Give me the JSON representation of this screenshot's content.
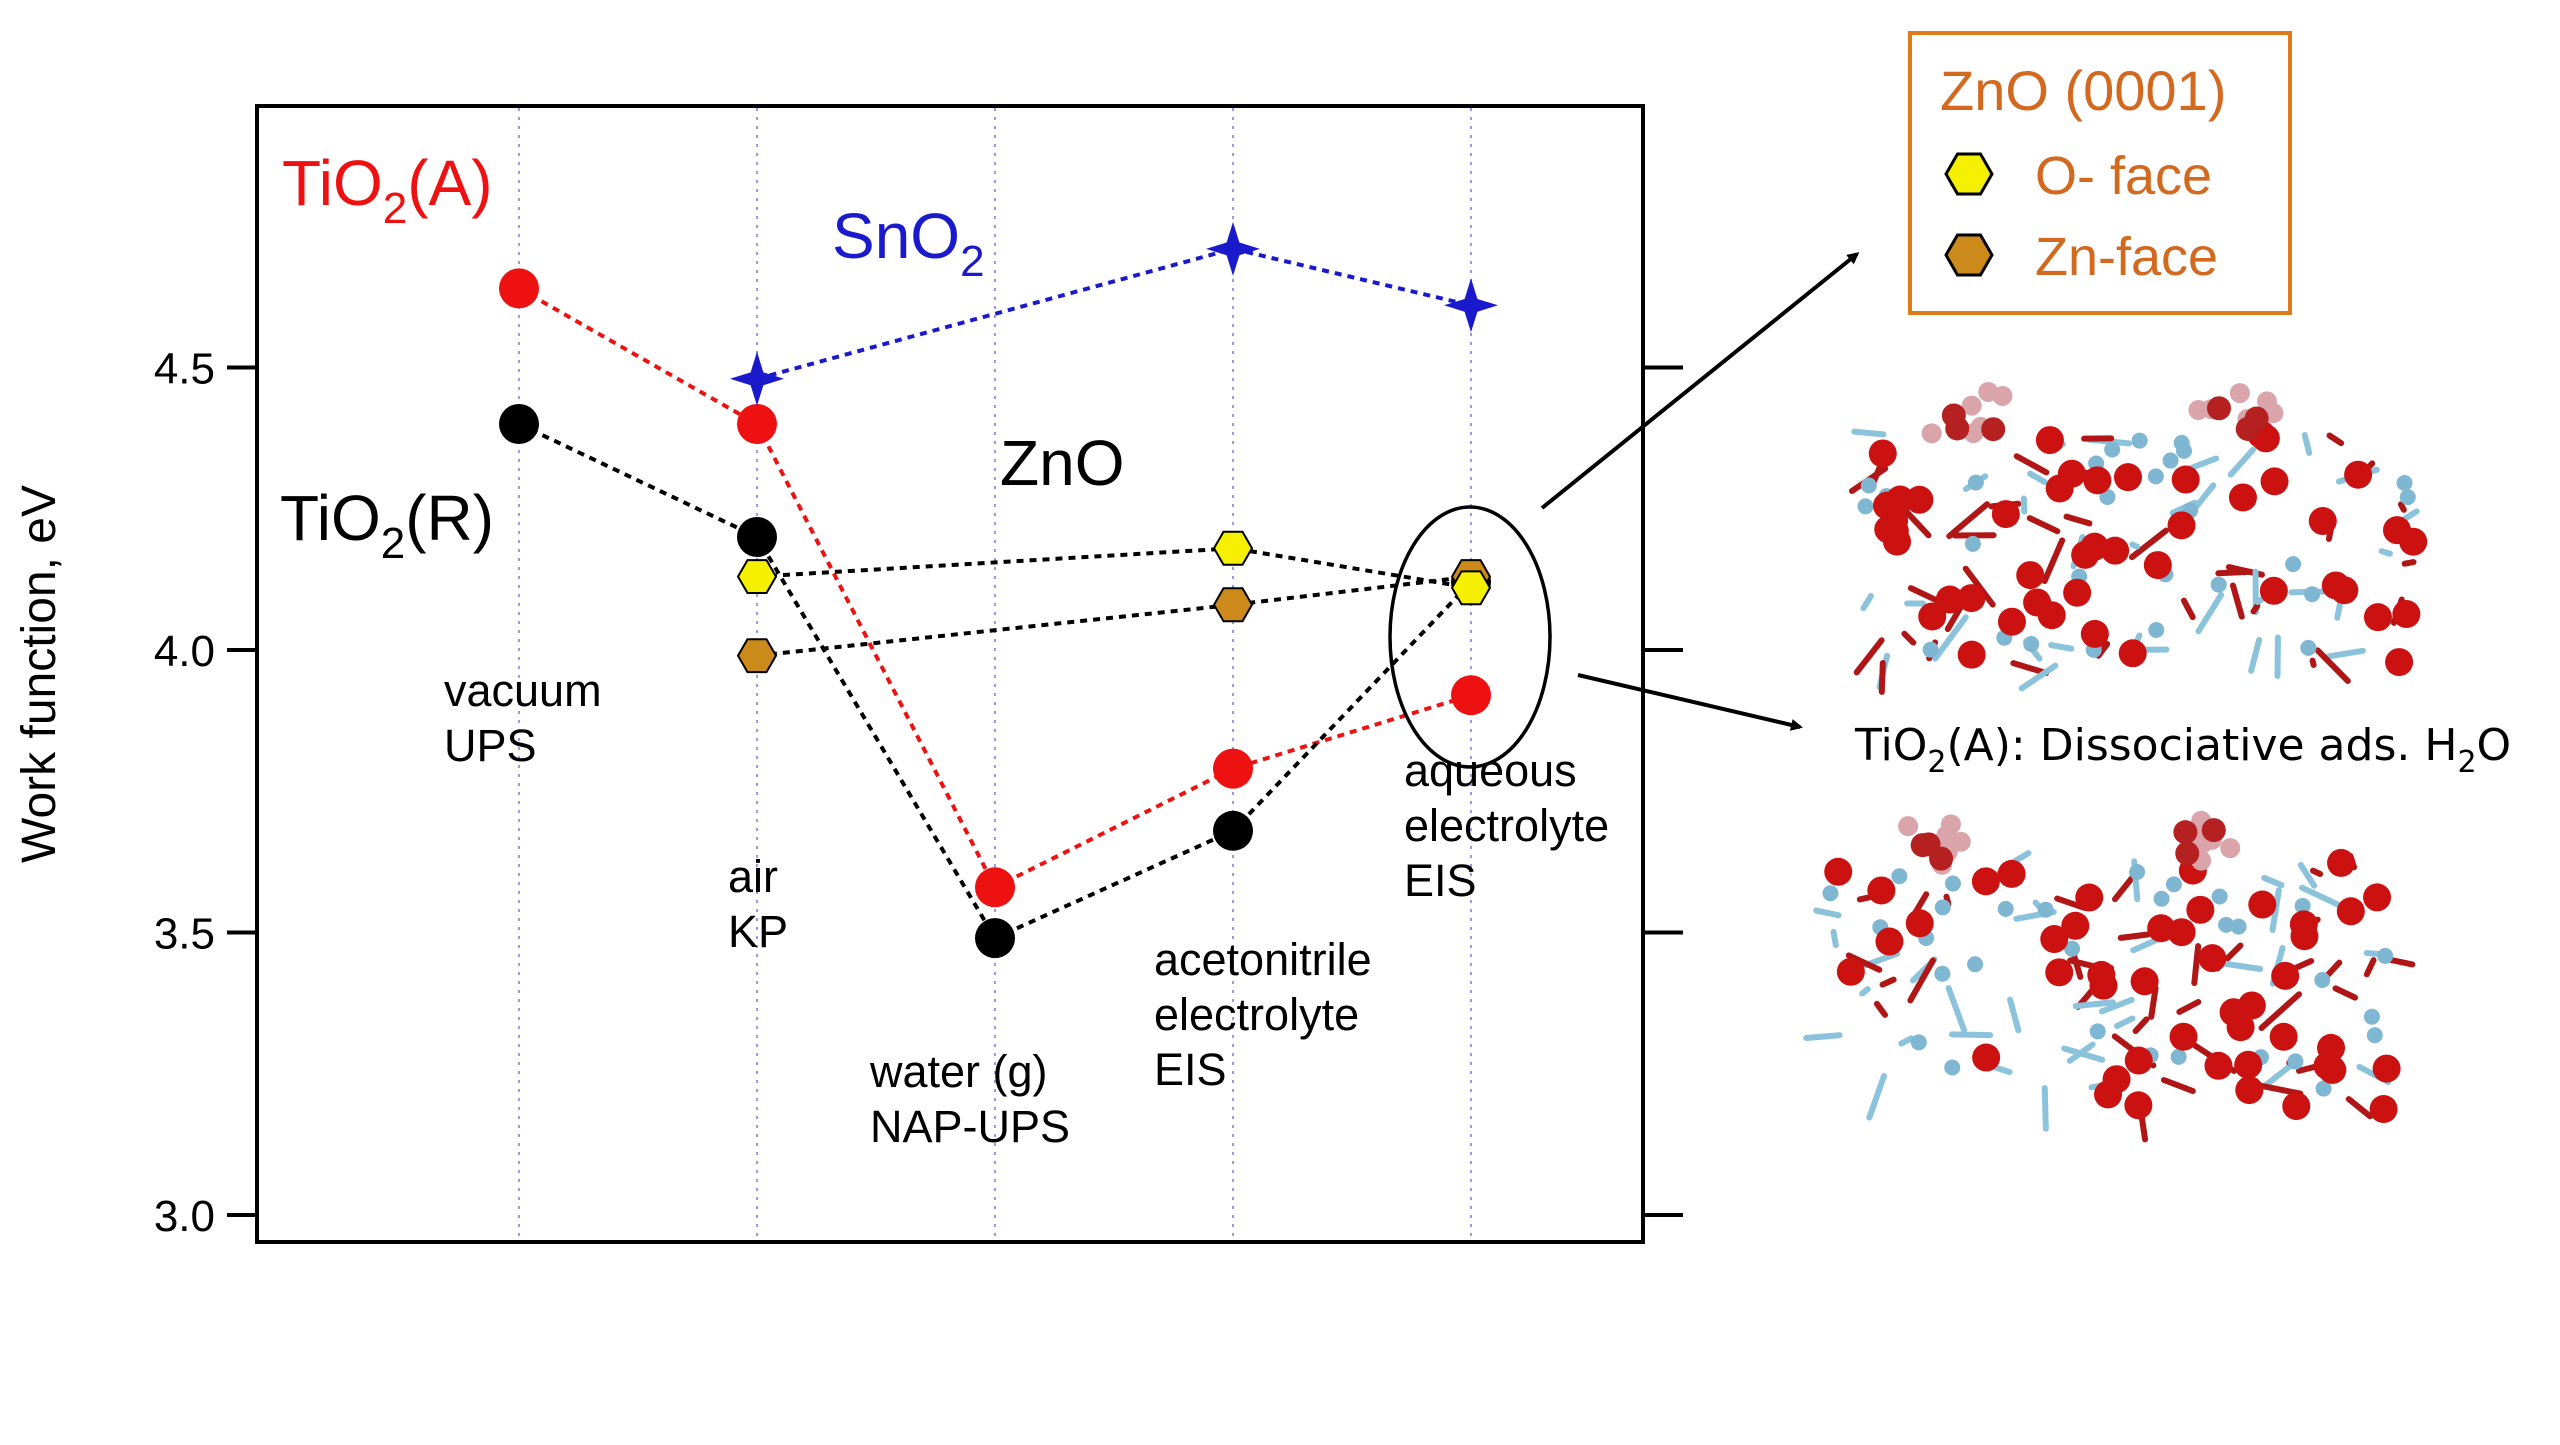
{
  "chart_data": {
    "type": "scatter",
    "ylabel": "Work function, eV",
    "ylim": [
      3.0,
      5.0
    ],
    "yticks": [
      3.0,
      3.5,
      4.0,
      4.5
    ],
    "yticks_text": [
      "3.0",
      "3.5",
      "4.0",
      "4.5"
    ],
    "conditions": [
      {
        "lines": [
          "vacuum",
          "UPS"
        ],
        "label_pos": "above"
      },
      {
        "lines": [
          "air",
          "KP"
        ],
        "label_pos": "below"
      },
      {
        "lines": [
          "water (g)",
          "NAP-UPS"
        ],
        "label_pos": "below"
      },
      {
        "lines": [
          "acetonitrile",
          "electrolyte",
          "EIS"
        ],
        "label_pos": "below"
      },
      {
        "lines": [
          "aqueous",
          "electrolyte",
          "EIS"
        ],
        "label_pos": "below"
      }
    ],
    "grid": "vertical dotted",
    "series": [
      {
        "key": "tio2a",
        "name": "TiO2(A)",
        "name_main": "TiO",
        "name_sub": "2",
        "name_tail": "(A)",
        "color": "#ee1111",
        "marker": "circle",
        "points": [
          [
            0,
            4.64
          ],
          [
            1,
            4.4
          ],
          [
            2,
            3.58
          ],
          [
            3,
            3.79
          ],
          [
            4,
            3.92
          ]
        ]
      },
      {
        "key": "tio2r",
        "name": "TiO2(R)",
        "name_main": "TiO",
        "name_sub": "2",
        "name_tail": "(R)",
        "color": "#000000",
        "marker": "circle",
        "points": [
          [
            0,
            4.4
          ],
          [
            1,
            4.2
          ],
          [
            2,
            3.49
          ],
          [
            3,
            3.68
          ],
          [
            4,
            4.12
          ]
        ]
      },
      {
        "key": "sno2",
        "name": "SnO2",
        "name_main": "SnO",
        "name_sub": "2",
        "name_tail": "",
        "color": "#1a1acc",
        "marker": "star",
        "points": [
          [
            1,
            4.48
          ],
          [
            3,
            4.71
          ],
          [
            4,
            4.61
          ]
        ]
      },
      {
        "key": "zno_o",
        "name": "O- face",
        "color": "#f5f000",
        "marker": "hexagon",
        "line_color": "#000000",
        "points": [
          [
            1,
            4.13
          ],
          [
            3,
            4.18
          ],
          [
            4,
            4.11
          ]
        ]
      },
      {
        "key": "zno_zn",
        "name": "Zn-face",
        "color": "#cc8a1a",
        "marker": "hexagon",
        "line_color": "#000000",
        "points": [
          [
            1,
            3.99
          ],
          [
            3,
            4.08
          ],
          [
            4,
            4.13
          ]
        ]
      }
    ],
    "annotations": {
      "zno_label": "ZnO"
    },
    "legend": {
      "title": "ZnO (0001)",
      "items": [
        "O- face",
        "Zn-face"
      ],
      "border_color": "#e07b1c",
      "text_color": "#d2691e"
    },
    "side_caption": {
      "main": "TiO",
      "sub1": "2",
      "mid": "(A): Dissociative ads. H",
      "sub2": "2",
      "tail": "O"
    }
  }
}
